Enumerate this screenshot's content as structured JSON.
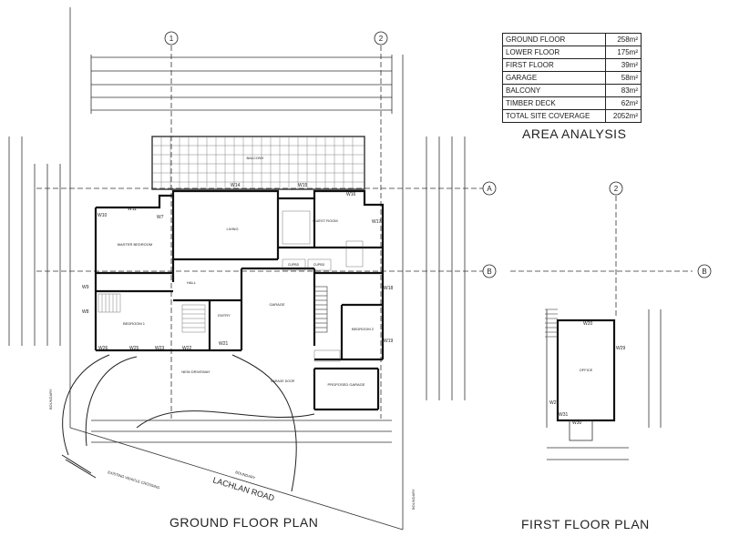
{
  "area_analysis": {
    "title": "AREA ANALYSIS",
    "rows": [
      {
        "label": "GROUND FLOOR",
        "value": "258m²"
      },
      {
        "label": "LOWER FLOOR",
        "value": "175m²"
      },
      {
        "label": "FIRST FLOOR",
        "value": "39m²"
      },
      {
        "label": "GARAGE",
        "value": "58m²"
      },
      {
        "label": "BALCONY",
        "value": "83m²"
      },
      {
        "label": "TIMBER DECK",
        "value": "62m²"
      },
      {
        "label": "TOTAL SITE COVERAGE",
        "value": "2052m²"
      }
    ]
  },
  "plans": {
    "ground_title": "GROUND FLOOR PLAN",
    "first_title": "FIRST FLOOR PLAN"
  },
  "site": {
    "road": "LACHLAN ROAD",
    "boundary": "BOUNDARY",
    "vehicle_crossing": "EXISTING VEHICLE CROSSING"
  },
  "grid": {
    "g1": "1",
    "g2": "2",
    "gA": "A",
    "gB": "B",
    "first_g2": "2",
    "first_gB": "B"
  },
  "rooms": {
    "balcony": "BALCONY",
    "master_bedroom": "MASTER BEDROOM",
    "living": "LIVING",
    "guest_room": "GUEST ROOM",
    "bedroom1": "BEDROOM 1",
    "bedroom2": "BEDROOM 2",
    "garage": "GARAGE",
    "entry": "ENTRY",
    "hall": "HALL",
    "new_driveway": "NEW DRIVEWAY",
    "proposed_carport": "PROPOSED GARAGE",
    "office": "OFFICE",
    "cupbd": "CUPBD",
    "carport_note": "GARAGE DOOR"
  },
  "windows": [
    "W11",
    "W10",
    "W14",
    "W15",
    "W16",
    "W17",
    "W18",
    "W19",
    "W20",
    "W21",
    "W22",
    "W23",
    "W25",
    "W26",
    "W27",
    "W29",
    "W30",
    "W31",
    "W9",
    "W8",
    "W7"
  ]
}
